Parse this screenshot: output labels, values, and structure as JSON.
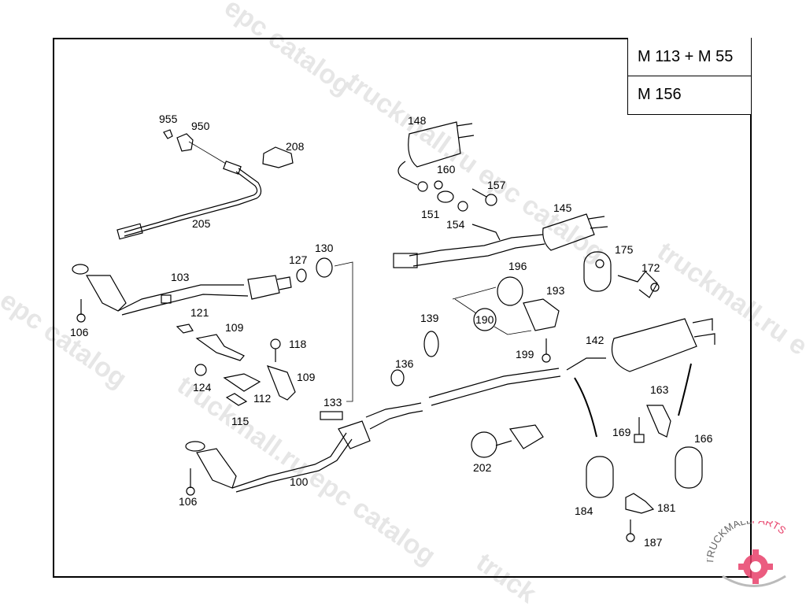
{
  "diagram": {
    "title": "Exhaust system parts diagram",
    "variants": [
      "M 113 + M 55",
      "M 156"
    ],
    "part_labels": {
      "p955": "955",
      "p950": "950",
      "p208": "208",
      "p205": "205",
      "p148": "148",
      "p160": "160",
      "p157": "157",
      "p151": "151",
      "p154": "154",
      "p145": "145",
      "p175": "175",
      "p172": "172",
      "p103": "103",
      "p127": "127",
      "p130": "130",
      "p106a": "106",
      "p121": "121",
      "p109a": "109",
      "p118": "118",
      "p124": "124",
      "p109b": "109",
      "p112": "112",
      "p115": "115",
      "p133": "133",
      "p136": "136",
      "p139": "139",
      "p196": "196",
      "p193": "193",
      "p190": "190",
      "p199": "199",
      "p142": "142",
      "p163": "163",
      "p169": "169",
      "p166": "166",
      "p202": "202",
      "p184": "184",
      "p181": "181",
      "p187": "187",
      "p100": "100",
      "p106b": "106"
    }
  },
  "watermarks": [
    "epc catalog",
    "truckmall.ru epc catalog",
    "u epc catalog",
    "truckmall.ru epc catalog",
    "truckmall.ru e",
    "truckmall.ru epc catalog",
    "truck"
  ],
  "logo": {
    "text_dark": "TRUCKMALL",
    "text_accent": "PARTS",
    "accent_color": "#e8406a"
  }
}
